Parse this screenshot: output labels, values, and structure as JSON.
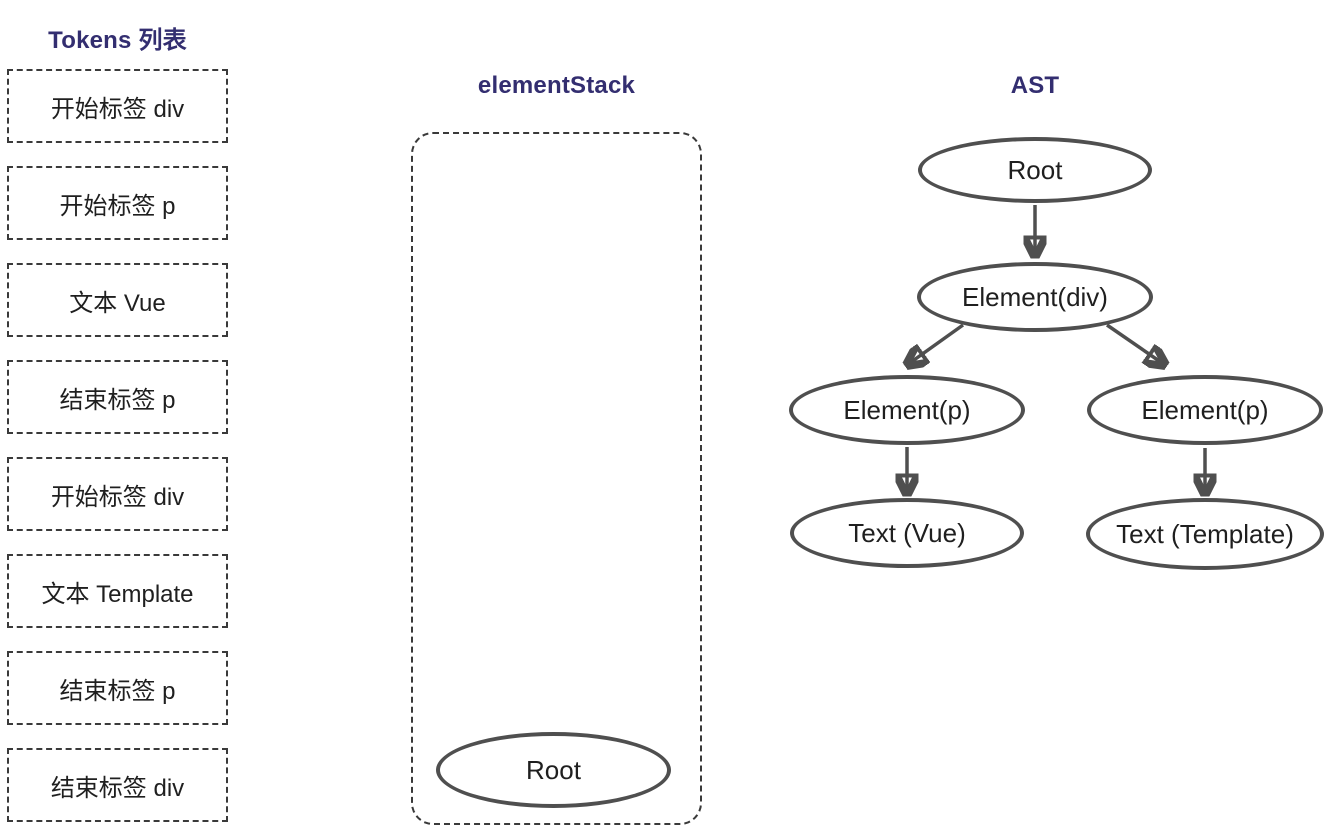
{
  "colors": {
    "title": "#332e70",
    "node_stroke": "#4f4f4f",
    "dashed_border": "#3a3a3a",
    "text": "#1f1f1f"
  },
  "tokens": {
    "title": "Tokens 列表",
    "items": [
      "开始标签 div",
      "开始标签 p",
      "文本 Vue",
      "结束标签 p",
      "开始标签 div",
      "文本 Template",
      "结束标签 p",
      "结束标签 div"
    ]
  },
  "stack": {
    "title": "elementStack",
    "items": [
      {
        "label": "Root"
      }
    ]
  },
  "ast": {
    "title": "AST",
    "nodes": [
      {
        "id": "root",
        "label": "Root"
      },
      {
        "id": "element-div",
        "label": "Element(div)"
      },
      {
        "id": "element-p-1",
        "label": "Element(p)"
      },
      {
        "id": "element-p-2",
        "label": "Element(p)"
      },
      {
        "id": "text-vue",
        "label": "Text (Vue)"
      },
      {
        "id": "text-template",
        "label": "Text (Template)"
      }
    ],
    "edges": [
      {
        "from": "root",
        "to": "element-div"
      },
      {
        "from": "element-div",
        "to": "element-p-1"
      },
      {
        "from": "element-div",
        "to": "element-p-2"
      },
      {
        "from": "element-p-1",
        "to": "text-vue"
      },
      {
        "from": "element-p-2",
        "to": "text-template"
      }
    ]
  }
}
